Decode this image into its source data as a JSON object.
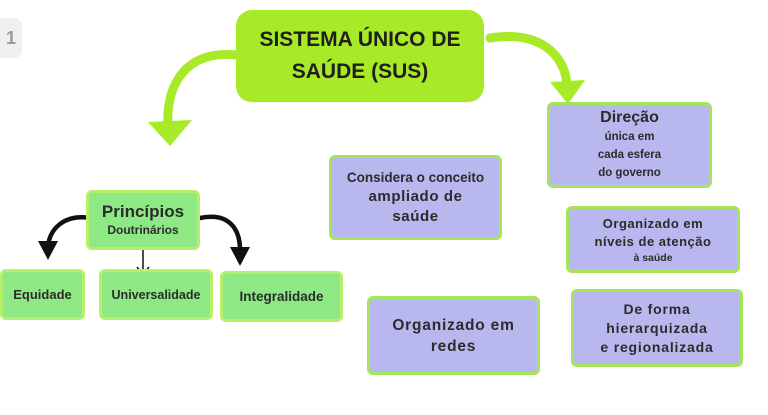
{
  "page_number": "1",
  "title": {
    "line1": "SISTEMA ÚNICO DE",
    "line2": "SAÚDE (SUS)"
  },
  "principios": {
    "title": "Princípios",
    "subtitle": "Doutrinários"
  },
  "principles": [
    "Equidade",
    "Universalidade",
    "Integralidade"
  ],
  "considera": {
    "line1": "Considera o conceito",
    "line2": "ampliado de",
    "line3": "saúde"
  },
  "redes": {
    "line1": "Organizado em",
    "line2": "redes"
  },
  "direcao": {
    "heading": "Direção",
    "line1": "única em",
    "line2": "cada esfera",
    "line3": "do governo"
  },
  "niveis": {
    "line1": "Organizado em",
    "line2": "níveis de atenção",
    "line3": "à saúde"
  },
  "hierarquizada": {
    "line1": "De forma",
    "line2": "hierarquizada",
    "line3": "e regionalizada"
  },
  "colors": {
    "title_bg": "#a8ea28",
    "green_box": "#8ee985",
    "purple_box": "#b8b8ef",
    "box_border": "#a5e55c",
    "arrow_green": "#a8ea28",
    "arrow_black": "#111111"
  }
}
